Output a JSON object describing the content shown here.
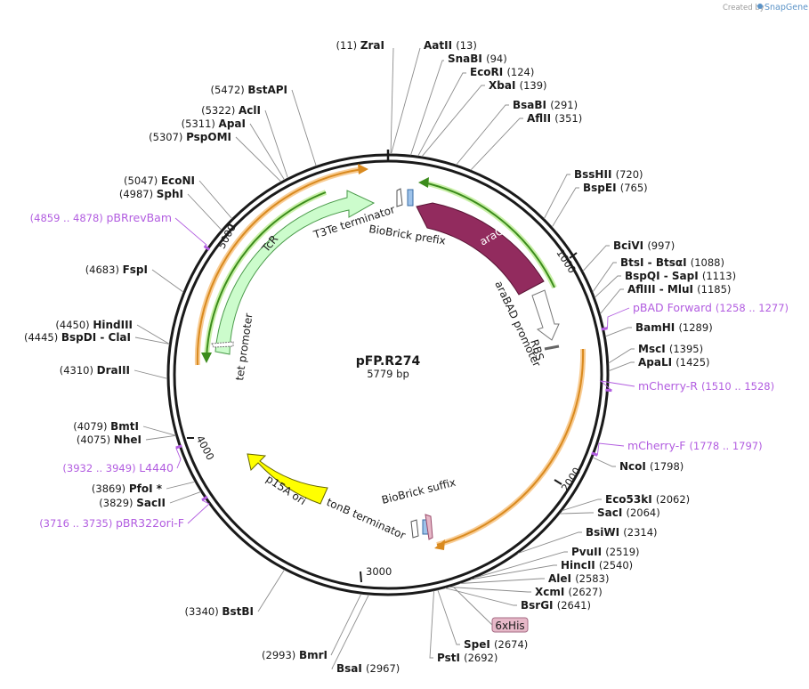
{
  "credit": {
    "prefix": "Created by",
    "brand": "SnapGene"
  },
  "plasmid": {
    "name": "pFP.R274",
    "length": "5779 bp"
  },
  "ticks": [
    "1000",
    "2000",
    "3000",
    "4000",
    "5000"
  ],
  "colors": {
    "araC": "#922b5e",
    "tcr": "#ccfccc",
    "p15a": "#ffff00",
    "orange": "#f2a23c",
    "green": "#3c8c1c",
    "primer": "#b25de0",
    "tag": "#e6b8c8"
  },
  "sites": [
    {
      "name": "ZraI",
      "pos": "(11)"
    },
    {
      "name": "AatII",
      "pos": "(13)"
    },
    {
      "name": "SnaBI",
      "pos": "(94)"
    },
    {
      "name": "EcoRI",
      "pos": "(124)"
    },
    {
      "name": "XbaI",
      "pos": "(139)"
    },
    {
      "name": "BsaBI",
      "pos": "(291)"
    },
    {
      "name": "AflII",
      "pos": "(351)"
    },
    {
      "name": "BssHII",
      "pos": "(720)"
    },
    {
      "name": "BspEI",
      "pos": "(765)"
    },
    {
      "name": "BciVI",
      "pos": "(997)"
    },
    {
      "name": "BtsI - BtsαI",
      "pos": "(1088)"
    },
    {
      "name": "BspQI - SapI",
      "pos": "(1113)"
    },
    {
      "name": "AflIII - MluI",
      "pos": "(1185)"
    },
    {
      "name": "BamHI",
      "pos": "(1289)"
    },
    {
      "name": "MscI",
      "pos": "(1395)"
    },
    {
      "name": "ApaLI",
      "pos": "(1425)"
    },
    {
      "name": "NcoI",
      "pos": "(1798)"
    },
    {
      "name": "Eco53kI",
      "pos": "(2062)"
    },
    {
      "name": "SacI",
      "pos": "(2064)"
    },
    {
      "name": "BsiWI",
      "pos": "(2314)"
    },
    {
      "name": "PvuII",
      "pos": "(2519)"
    },
    {
      "name": "HincII",
      "pos": "(2540)"
    },
    {
      "name": "AleI",
      "pos": "(2583)"
    },
    {
      "name": "XcmI",
      "pos": "(2627)"
    },
    {
      "name": "BsrGI",
      "pos": "(2641)"
    },
    {
      "name": "SpeI",
      "pos": "(2674)"
    },
    {
      "name": "PstI",
      "pos": "(2692)"
    },
    {
      "name": "BmrI",
      "pos": "(2993)"
    },
    {
      "name": "BsaI",
      "pos": "(2967)"
    },
    {
      "name": "BstBI",
      "pos": "(3340)"
    },
    {
      "name": "SacII",
      "pos": "(3829)"
    },
    {
      "name": "PfoI *",
      "pos": "(3869)"
    },
    {
      "name": "NheI",
      "pos": "(4075)"
    },
    {
      "name": "BmtI",
      "pos": "(4079)"
    },
    {
      "name": "DraIII",
      "pos": "(4310)"
    },
    {
      "name": "BspDI - ClaI",
      "pos": "(4445)"
    },
    {
      "name": "HindIII",
      "pos": "(4450)"
    },
    {
      "name": "FspI",
      "pos": "(4683)"
    },
    {
      "name": "SphI",
      "pos": "(4987)"
    },
    {
      "name": "EcoNI",
      "pos": "(5047)"
    },
    {
      "name": "PspOMI",
      "pos": "(5307)"
    },
    {
      "name": "ApaI",
      "pos": "(5311)"
    },
    {
      "name": "AclI",
      "pos": "(5322)"
    },
    {
      "name": "BstAPI",
      "pos": "(5472)"
    }
  ],
  "primers": [
    {
      "name": "pBAD Forward",
      "range": "(1258 .. 1277)"
    },
    {
      "name": "mCherry-R",
      "range": "(1510 .. 1528)"
    },
    {
      "name": "mCherry-F",
      "range": "(1778 .. 1797)"
    },
    {
      "name": "L4440",
      "range": "(3932 .. 3949)"
    },
    {
      "name": "pBR322ori-F",
      "range": "(3716 .. 3735)"
    },
    {
      "name": "pBRrevBam",
      "range": "(4859 .. 4878)"
    }
  ],
  "features": {
    "araC": "araC",
    "araBAD": "araBAD promoter",
    "rbs": "RBS",
    "tcr": "TcR",
    "tet": "tet promoter",
    "t3te": "T3Te terminator",
    "bbPrefix": "BioBrick prefix",
    "bbSuffix": "BioBrick suffix",
    "tonB": "tonB terminator",
    "p15a": "p15A ori",
    "his": "6xHis"
  }
}
